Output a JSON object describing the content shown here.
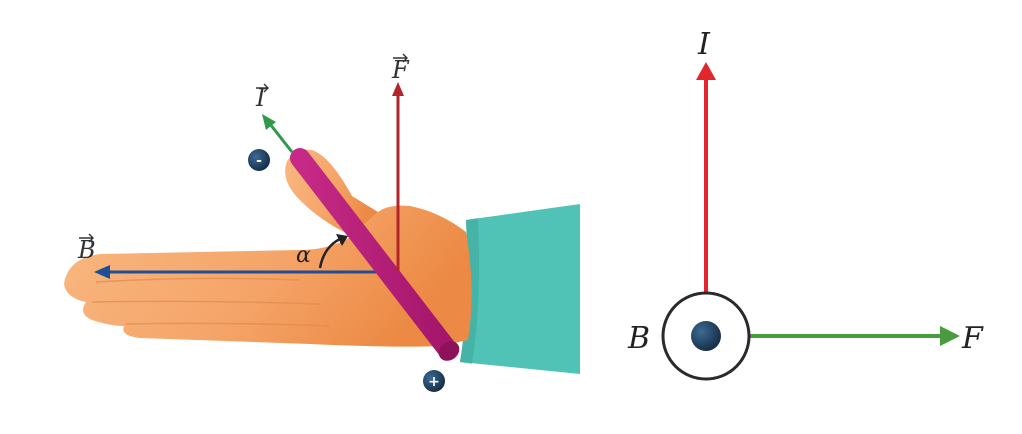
{
  "left_diagram": {
    "labels": {
      "current": "I",
      "force": "F",
      "field": "B",
      "angle": "α"
    },
    "terminals": {
      "negative": "-",
      "positive": "+"
    }
  },
  "right_diagram": {
    "labels": {
      "current": "I",
      "field": "B",
      "force": "F"
    }
  },
  "colors": {
    "current_arrow_left": "#2e9a4a",
    "force_arrow_left": "#b4242b",
    "field_arrow_left": "#1f4e96",
    "conductor": "#b51e78",
    "sleeve": "#50c2b6",
    "skin": "#f5a86a",
    "terminal": "#1f3d5c",
    "current_arrow_right": "#e3252c",
    "force_arrow_right": "#4a9a3f",
    "field_marker": "#1f3d5c"
  }
}
